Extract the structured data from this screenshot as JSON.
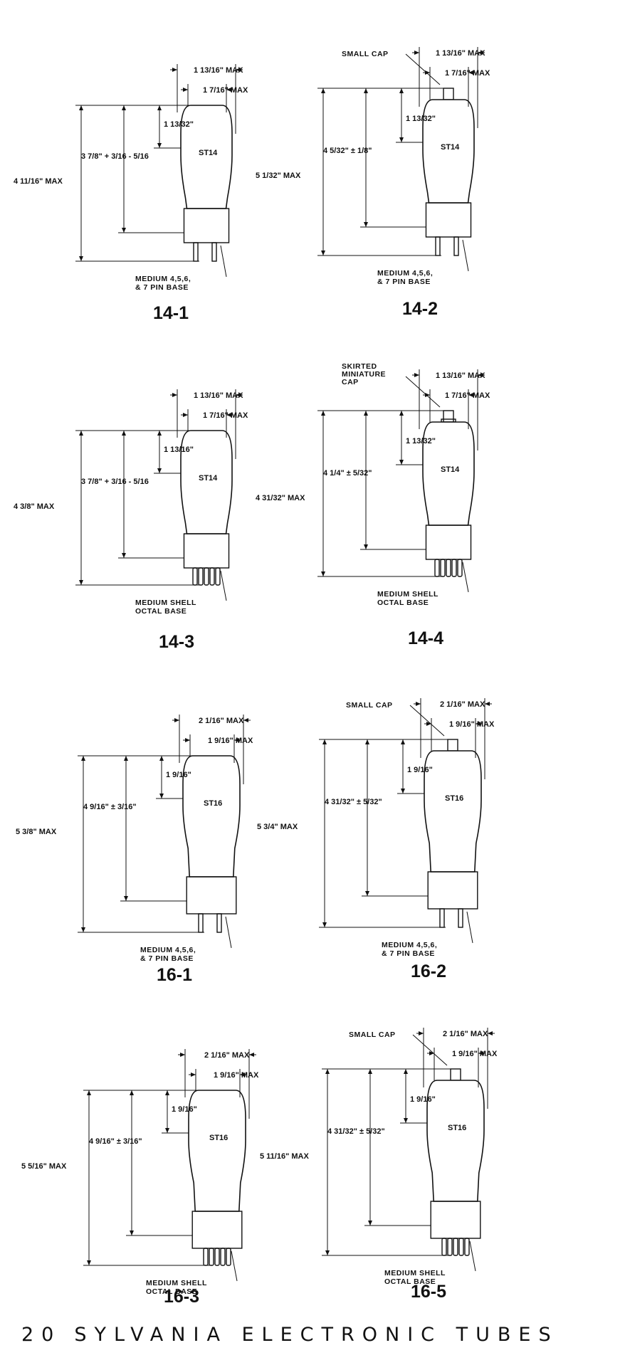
{
  "page": {
    "number": "20",
    "title": "SYLVANIA ELECTRONIC TUBES"
  },
  "tubes": [
    {
      "label": "14-1",
      "bulb": "ST14",
      "dims": [
        "1 13/16\" MAX",
        "1 7/16\" MAX",
        "1 13/32\"",
        "3 7/8\" + 3/16 - 5/16",
        "4 11/16\" MAX"
      ],
      "notes": [
        "MEDIUM 4,5,6,",
        "& 7 PIN BASE"
      ]
    },
    {
      "label": "14-2",
      "bulb": "ST14",
      "dims": [
        "1 13/16\" MAX",
        "1 7/16\" MAX",
        "1 13/32\"",
        "4 5/32\" ± 1/8\"",
        "5 1/32\" MAX"
      ],
      "notes": [
        "SMALL CAP",
        "MEDIUM 4,5,6,",
        "& 7 PIN BASE"
      ]
    },
    {
      "label": "14-3",
      "bulb": "ST14",
      "dims": [
        "1 13/16\" MAX",
        "1 7/16\" MAX",
        "1 13/16\"",
        "3 7/8\" + 3/16 - 5/16",
        "4 3/8\" MAX"
      ],
      "notes": [
        "MEDIUM SHELL",
        "OCTAL BASE"
      ]
    },
    {
      "label": "14-4",
      "bulb": "ST14",
      "dims": [
        "1 13/16\" MAX",
        "1 7/16\" MAX",
        "1 13/32\"",
        "4 1/4\" ± 5/32\"",
        "4 31/32\" MAX"
      ],
      "notes": [
        "SKIRTED",
        "MINIATURE",
        "CAP",
        "MEDIUM SHELL",
        "OCTAL BASE"
      ]
    },
    {
      "label": "16-1",
      "bulb": "ST16",
      "dims": [
        "2 1/16\" MAX",
        "1 9/16\" MAX",
        "1 9/16\"",
        "4 9/16\" ± 3/16\"",
        "5 3/8\" MAX"
      ],
      "notes": [
        "MEDIUM 4,5,6,",
        "& 7 PIN BASE"
      ]
    },
    {
      "label": "16-2",
      "bulb": "ST16",
      "dims": [
        "2 1/16\" MAX",
        "1 9/16\" MAX",
        "1 9/16\"",
        "4 31/32\" ± 5/32\"",
        "5 3/4\" MAX"
      ],
      "notes": [
        "SMALL CAP",
        "MEDIUM 4,5,6,",
        "& 7 PIN BASE"
      ]
    },
    {
      "label": "16-3",
      "bulb": "ST16",
      "dims": [
        "2 1/16\" MAX",
        "1 9/16\" MAX",
        "1 9/16\"",
        "4 9/16\" ± 3/16\"",
        "5 5/16\" MAX"
      ],
      "notes": [
        "MEDIUM SHELL",
        "OCTAL BASE"
      ]
    },
    {
      "label": "16-5",
      "bulb": "ST16",
      "dims": [
        "2 1/16\" MAX",
        "1 9/16\" MAX",
        "1 9/16\"",
        "4 31/32\" ± 5/32\"",
        "5 11/16\" MAX"
      ],
      "notes": [
        "SMALL CAP",
        "MEDIUM SHELL",
        "OCTAL BASE"
      ]
    }
  ]
}
